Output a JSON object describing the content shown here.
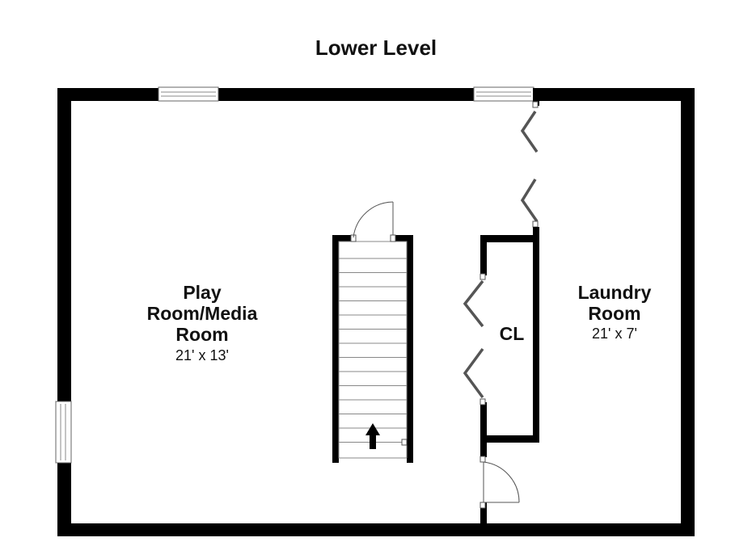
{
  "plan": {
    "title": "Lower Level",
    "rooms": [
      {
        "id": "play-room",
        "name_lines": [
          "Play",
          "Room/Media",
          "Room"
        ],
        "dimensions": "21' x 13'"
      },
      {
        "id": "laundry-room",
        "name_lines": [
          "Laundry",
          "Room"
        ],
        "dimensions": "21' x 7'"
      },
      {
        "id": "closet",
        "name_lines": [
          "CL"
        ],
        "dimensions": ""
      }
    ],
    "colors": {
      "wall": "#000000",
      "background": "#ffffff",
      "detail": "#555555"
    }
  }
}
